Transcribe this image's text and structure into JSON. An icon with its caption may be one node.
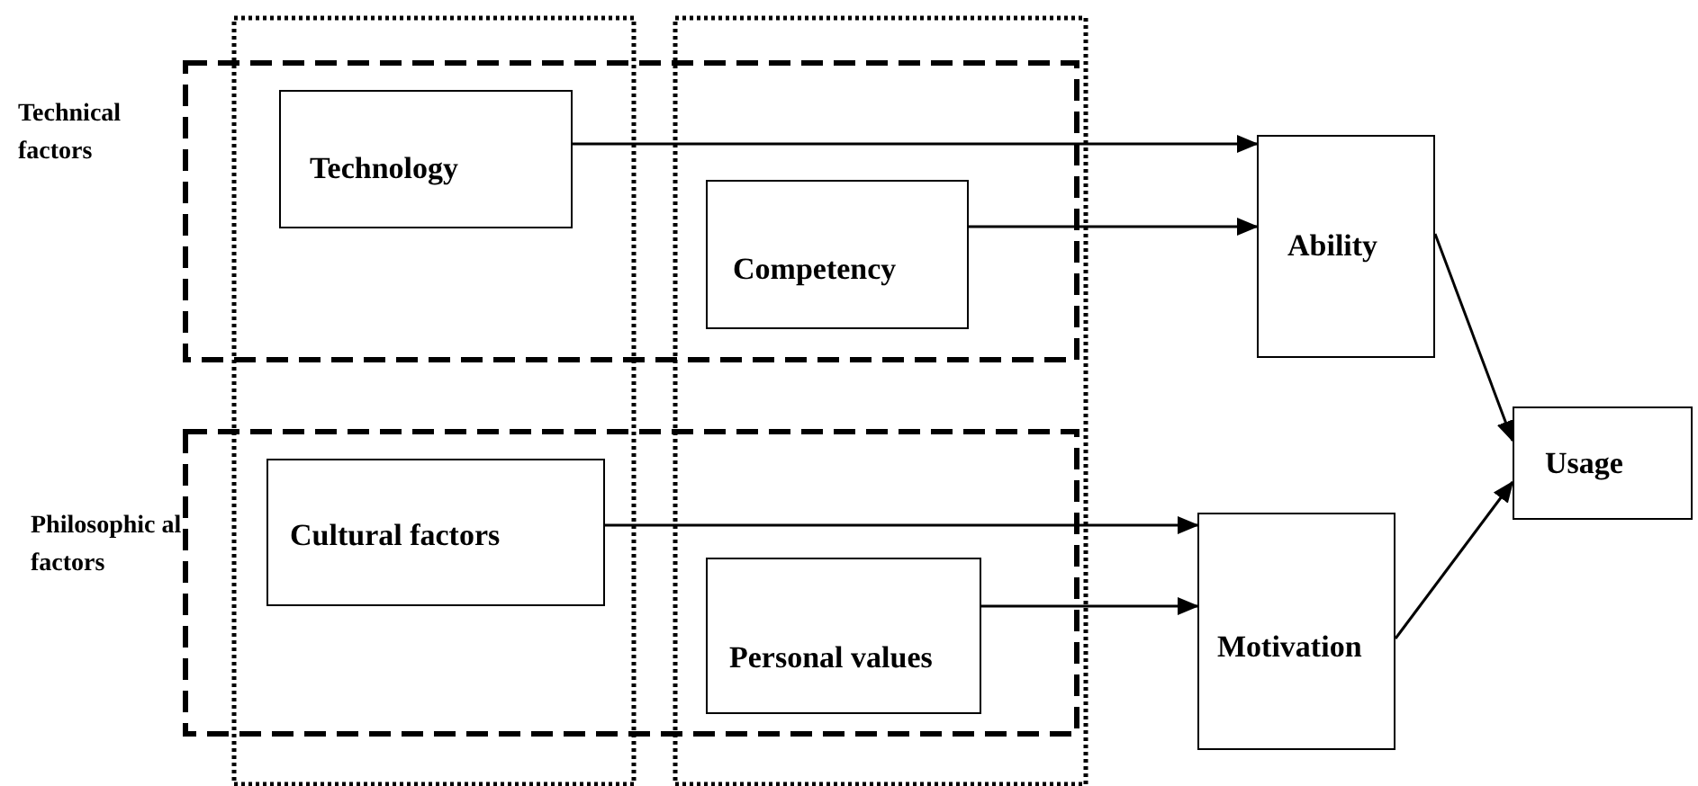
{
  "diagram": {
    "nodes": [
      {
        "text": [
          "Technology"
        ]
      },
      {
        "text": [
          "Competency"
        ]
      },
      {
        "text": [
          "Cultural factors"
        ]
      },
      {
        "text": [
          "Personal values"
        ]
      },
      {
        "text": [
          "Ability"
        ]
      },
      {
        "text": [
          "Motivation"
        ]
      },
      {
        "text": [
          "Usage"
        ]
      }
    ],
    "edges": [
      {
        "from": 0,
        "to": 4,
        "arrow": "to"
      },
      {
        "from": 1,
        "to": 4,
        "arrow": "to"
      },
      {
        "from": 2,
        "to": 5,
        "arrow": "to"
      },
      {
        "from": 3,
        "to": 5,
        "arrow": "to"
      },
      {
        "from": 4,
        "to": 6,
        "arrow": "to"
      },
      {
        "from": 5,
        "to": 6,
        "arrow": "to"
      }
    ],
    "labels": [
      "Technical factors",
      "Philosophic al factors"
    ]
  }
}
